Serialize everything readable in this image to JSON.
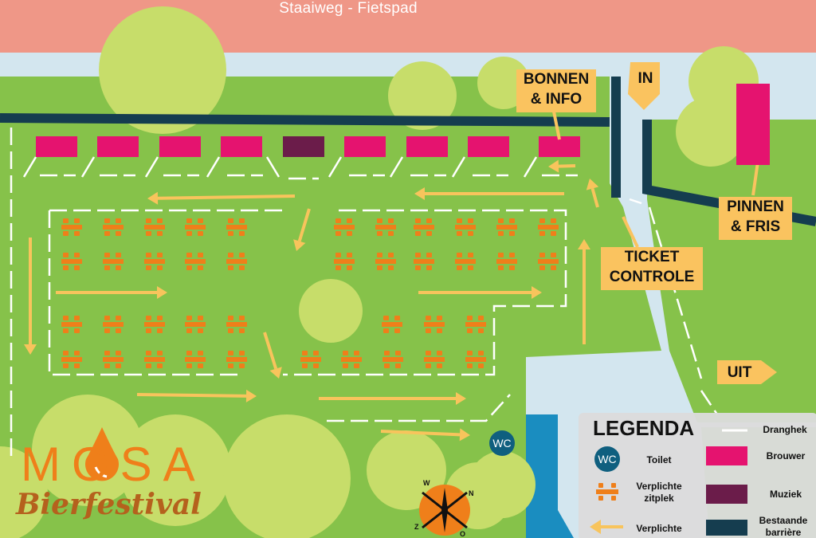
{
  "road_top": "Staaiweg - Fietspad",
  "labels": {
    "bonnen_info": [
      "BONNEN",
      "& INFO"
    ],
    "in": "IN",
    "pinnen_fris": [
      "PINNEN",
      "& FRIS"
    ],
    "ticket_controle": [
      "TICKET",
      "CONTROLE"
    ],
    "uit": "UIT",
    "wc": "WC"
  },
  "logo": {
    "word": "MOSA",
    "sub": "Bierfestival"
  },
  "compass": {
    "w": "W",
    "n": "N",
    "z": "Z",
    "o": "O"
  },
  "legend": {
    "title": "LEGENDA",
    "items": {
      "dranghek": "Dranghek",
      "toilet": "Toilet",
      "toilet_badge": "WC",
      "brouwer": "Brouwer",
      "zitplek": [
        "Verplichte",
        "zitplek"
      ],
      "muziek": "Muziek",
      "looproute": "Verplichte",
      "barriere": [
        "Bestaande",
        "barrière"
      ]
    }
  },
  "colors": {
    "grass": "#86c24a",
    "tree": "#c7dd6a",
    "water": "#1a8dc0",
    "road": "#ef9787",
    "brouwer": "#e5136f",
    "muziek": "#6b1c4a",
    "barrier": "#153d4f",
    "arrow": "#f8c45c",
    "seat": "#ef7f1a",
    "label": "#fac35f"
  }
}
